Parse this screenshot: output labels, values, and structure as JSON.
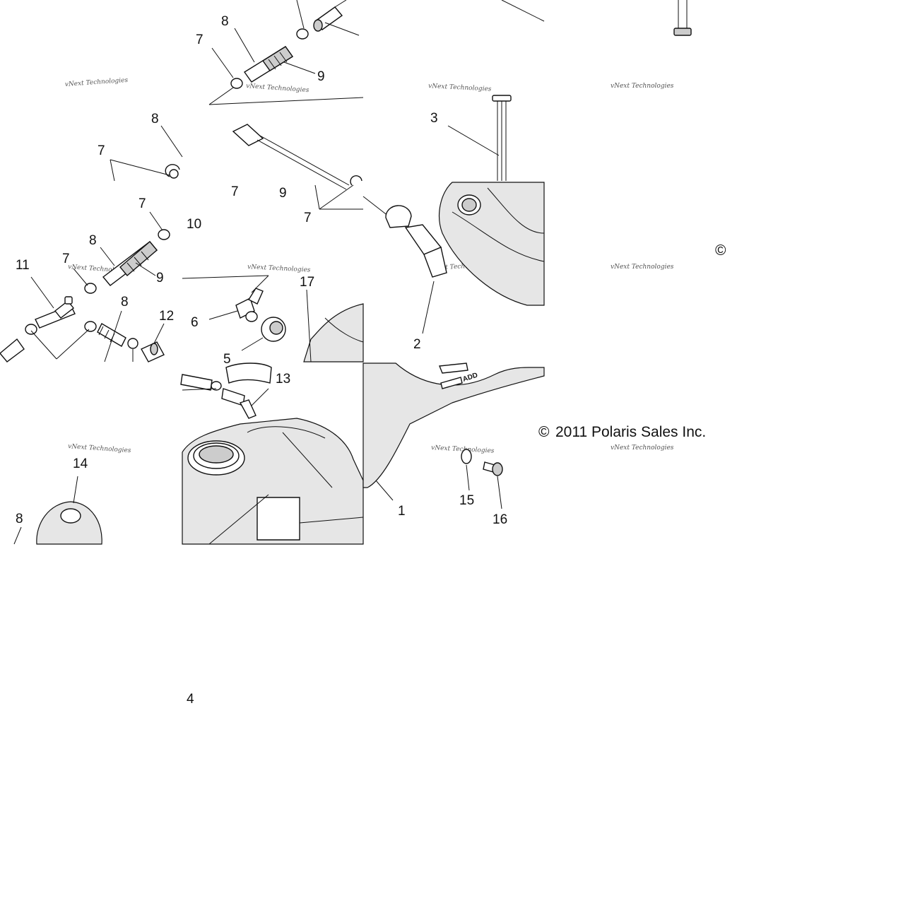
{
  "diagram": {
    "copyright": "2011 Polaris Sales Inc.",
    "copyright_symbol": "©",
    "tank_label": "ADD",
    "watermark": "vNext Technologies",
    "callouts": [
      "1",
      "2",
      "3",
      "4",
      "5",
      "6",
      "7",
      "8",
      "9",
      "10",
      "11",
      "12",
      "13",
      "14",
      "15",
      "16",
      "17"
    ]
  }
}
